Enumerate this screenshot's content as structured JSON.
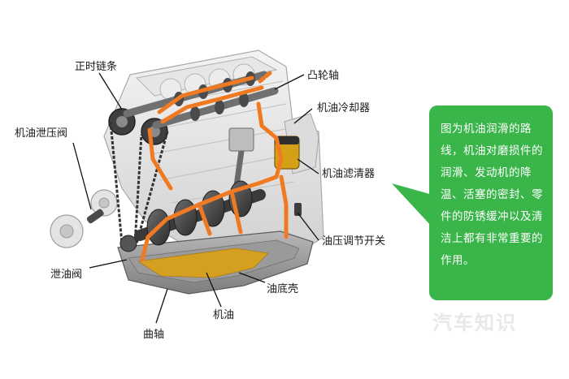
{
  "labels": {
    "timing_chain": "正时链条",
    "camshaft": "凸轮轴",
    "oil_cooler": "机油冷却器",
    "oil_relief_valve": "机油泄压阀",
    "oil_filter": "机油滤清器",
    "pressure_switch": "油压调节开关",
    "drain_valve": "泄油阀",
    "oil_pan": "油底壳",
    "engine_oil": "机油",
    "crankshaft": "曲轴"
  },
  "callout": {
    "text": "图为机油润滑的路线，机油对磨损件的润滑、发动机的降温、活塞的密封、零件的防锈缓冲以及清洁上都有非常重要的作用。"
  },
  "watermark": "汽车知识",
  "colors": {
    "callout_bg": "#39b54a",
    "oil_path": "#f07a22",
    "engine_oil": "#d9a11c",
    "engine_body": "#d9d9d9"
  }
}
